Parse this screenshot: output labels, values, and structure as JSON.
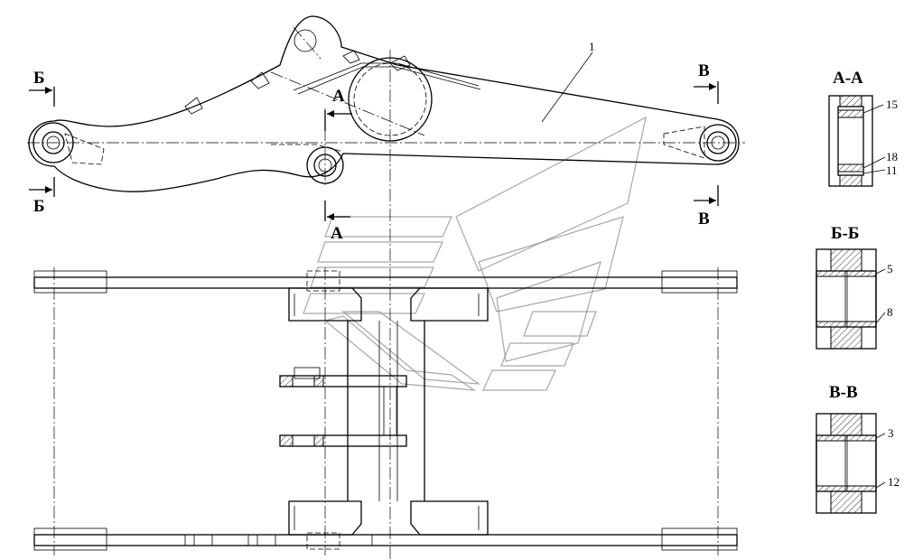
{
  "section_marks": {
    "b": "Б",
    "v": "В",
    "a": "А"
  },
  "section_titles": {
    "aa": "А-А",
    "bb": "Б-Б",
    "vv": "В-В"
  },
  "part_numbers": {
    "p1": "1",
    "p15": "15",
    "p18": "18",
    "p11": "11",
    "p5": "5",
    "p8": "8",
    "p3": "3",
    "p12": "12"
  }
}
